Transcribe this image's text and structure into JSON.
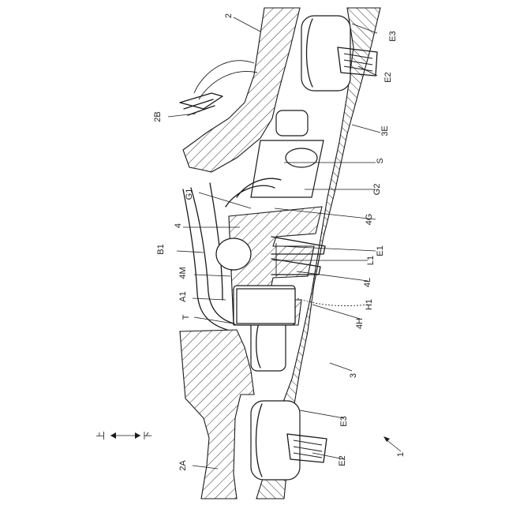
{
  "figure": {
    "orientation": {
      "up": "上",
      "down": "下"
    },
    "labels": {
      "n1": "1",
      "n2": "2",
      "n2A": "2A",
      "n2B": "2B",
      "n3": "3",
      "n3E": "3E",
      "n4": "4",
      "n4G": "4G",
      "n4H": "4H",
      "n4L": "4L",
      "n4M": "4M",
      "A1": "A1",
      "B1": "B1",
      "E1": "E1",
      "E2a": "E2",
      "E2b": "E2",
      "E3a": "E3",
      "E3b": "E3",
      "G1": "G1",
      "G2": "G2",
      "H1": "H1",
      "L1": "L1",
      "S": "S",
      "T": "T"
    }
  }
}
